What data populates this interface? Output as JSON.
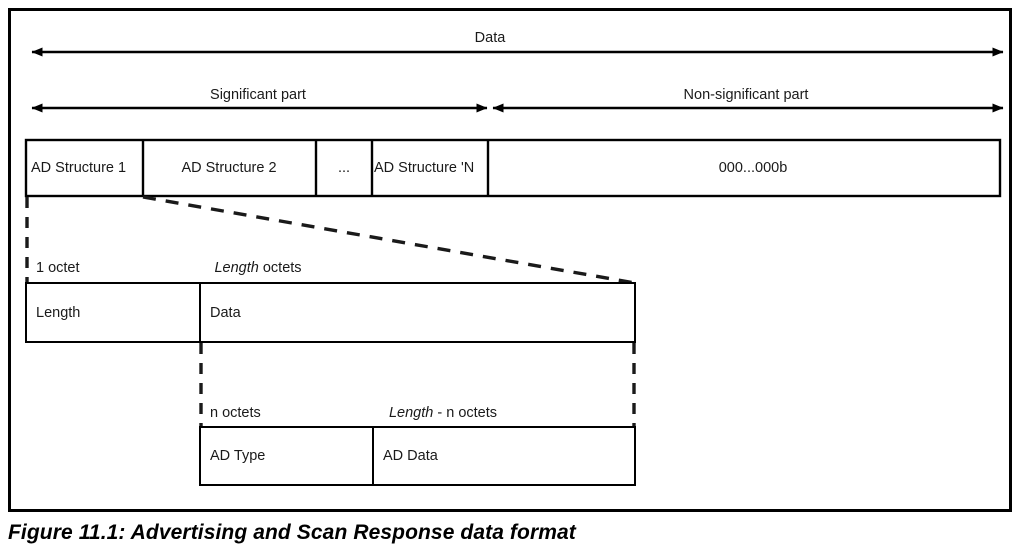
{
  "figure": {
    "caption": "Figure 11.1:  Advertising and Scan Response data format",
    "colors": {
      "stroke": "#000000",
      "text": "#1a1a1a",
      "background": "#ffffff"
    }
  },
  "span_arrows": {
    "full": {
      "label": "Data",
      "direction": "double"
    },
    "significant": {
      "label": "Significant part",
      "direction": "double"
    },
    "non_significant": {
      "label": "Non-significant part",
      "direction": "double"
    }
  },
  "data_row": {
    "cells": [
      {
        "label": "AD Structure 1"
      },
      {
        "label": "AD Structure 2"
      },
      {
        "label": "..."
      },
      {
        "label": "AD Structure 'N"
      },
      {
        "label": "000...000b"
      }
    ]
  },
  "ad_structure": {
    "size_labels": [
      {
        "text_plain": "1 octet",
        "italic_prefix": ""
      },
      {
        "text_plain": " octets",
        "italic_prefix": "Length"
      }
    ],
    "cells": [
      {
        "label": "Length"
      },
      {
        "label": "Data"
      }
    ]
  },
  "ad_data_detail": {
    "size_labels": [
      {
        "text_plain": "n octets",
        "italic_prefix": ""
      },
      {
        "text_plain": " - n octets",
        "italic_prefix": "Length"
      }
    ],
    "cells": [
      {
        "label": "AD Type"
      },
      {
        "label": "AD Data"
      }
    ]
  }
}
